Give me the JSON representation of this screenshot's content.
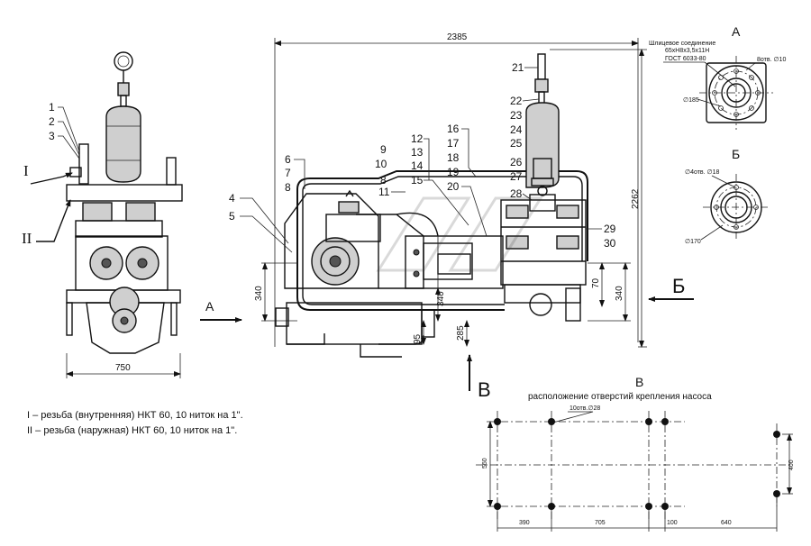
{
  "dimensions": {
    "overall_length": "2385",
    "overall_height": "2262",
    "side_width": "750",
    "d340_left": "340",
    "d340_mid": "340",
    "d340_right": "340",
    "d70": "70",
    "d95": "95",
    "d285": "285"
  },
  "callouts": {
    "left": [
      "1",
      "2",
      "3"
    ],
    "main_left": [
      "4",
      "5",
      "6",
      "7",
      "8"
    ],
    "main_center": [
      "9",
      "10",
      "11",
      "12",
      "13",
      "14",
      "15",
      "8"
    ],
    "main_upper": [
      "16",
      "17",
      "18",
      "19",
      "20"
    ],
    "main_right": [
      "21",
      "22",
      "23",
      "24",
      "25",
      "26",
      "27",
      "28",
      "29",
      "30"
    ]
  },
  "roman": {
    "i": "I",
    "ii": "II"
  },
  "views": {
    "a_arrow": "A",
    "b_arrow": "Б",
    "v_arrow": "B",
    "a_title": "A",
    "b_title": "Б",
    "v_title": "B"
  },
  "view_a": {
    "spline_line1": "Шлицевое соединение",
    "spline_line2": "65хН8х3,5х11Н",
    "spline_line3": "ГОСТ 6033-80",
    "holes": "8отв. ∅10",
    "diameter": "∅185"
  },
  "view_b": {
    "holes": "∅4отв. ∅18",
    "diameter": "∅170"
  },
  "view_v": {
    "caption": "расположение отверстий крепления насоса",
    "holes": "10отв.∅28",
    "d560": "560",
    "d400": "400",
    "d390": "390",
    "d705": "705",
    "d100": "100",
    "d640": "640"
  },
  "notes": {
    "line1": "I – резьба (внутренняя)  НКТ 60,  10 ниток на 1\".",
    "line2": "II – резьба (наружная)  НКТ 60,  10 ниток на 1\"."
  }
}
